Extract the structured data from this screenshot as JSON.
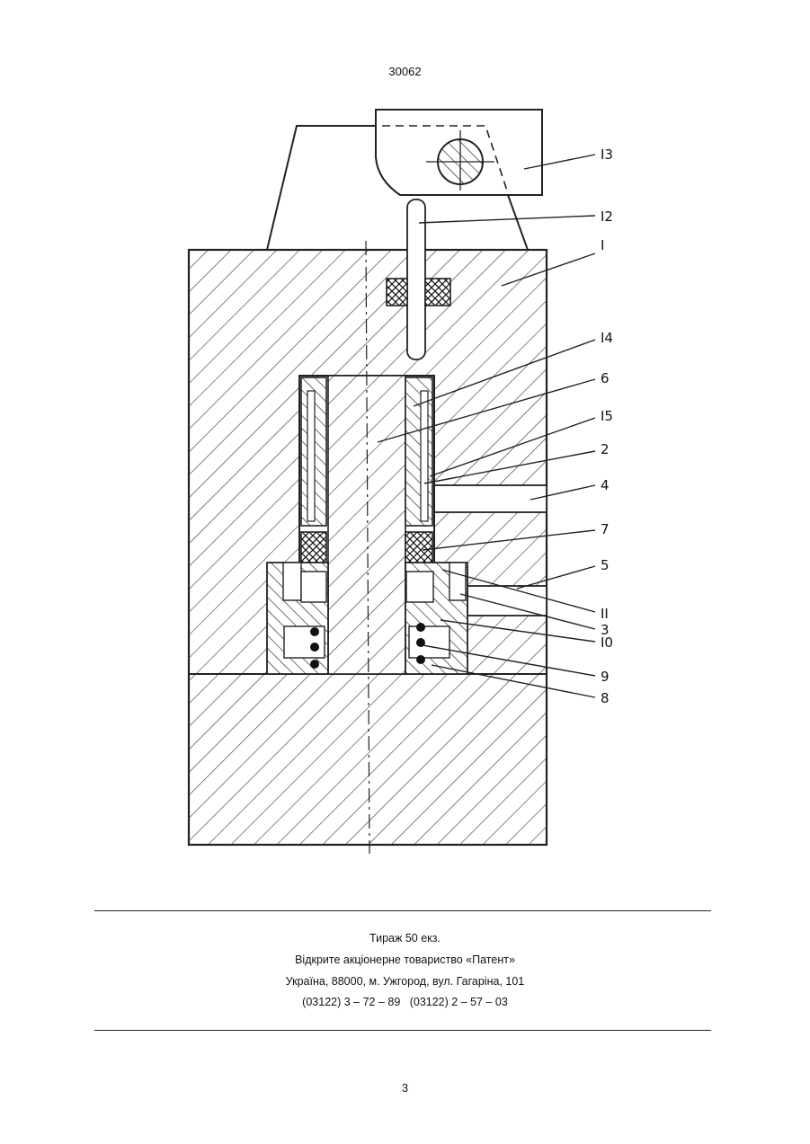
{
  "header": {
    "patent_number": "30062"
  },
  "figure": {
    "labels": [
      "I3",
      "I2",
      "I",
      "I4",
      "6",
      "I5",
      "2",
      "4",
      "7",
      "5",
      "II",
      "3",
      "I0",
      "9",
      "8"
    ]
  },
  "imprint": {
    "circulation": "Тираж 50 екз.",
    "publisher": "Відкрите акціонерне товариство «Патент»",
    "address": "Україна, 88000, м. Ужгород, вул. Гагаріна, 101",
    "phones": "(03122) 3 – 72 – 89   (03122) 2 – 57 – 03"
  },
  "footer": {
    "page_number": "3"
  }
}
